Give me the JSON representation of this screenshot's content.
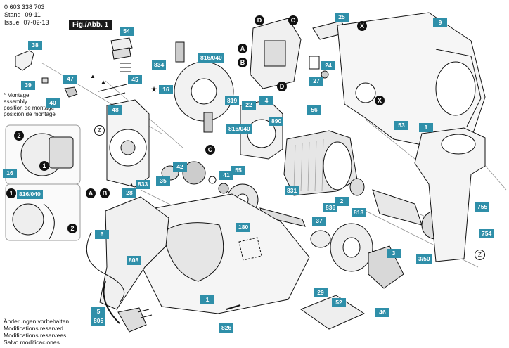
{
  "header": {
    "doc_number": "0 603 338 703",
    "stand_label": "Stand",
    "issue_label": "Issue",
    "stand_old": "09-11",
    "issue_date": "07-02-13",
    "figure_label": "Fig./Abb. 1"
  },
  "note": {
    "symbol": "*",
    "line1": "Montage",
    "line2": "assembly",
    "line3": "position de montage",
    "line4": "posición de montage"
  },
  "footer": {
    "line1": "Änderungen vorbehalten",
    "line2": "Modifications reserved",
    "line3": "Modifications reservees",
    "line4": "Salvo modificaciones"
  },
  "labels": {
    "p1a": "1",
    "p1b": "1",
    "p1c": "1",
    "p3": "3",
    "p350": "3/50",
    "p4": "4",
    "p5": "5",
    "p6": "6",
    "p9": "9",
    "p16a": "16",
    "p16b": "16",
    "p22": "22",
    "p24": "24",
    "p25": "25",
    "p27": "27",
    "p28": "28",
    "p29": "29",
    "p35": "35",
    "p37": "37",
    "p38": "38",
    "p39": "39",
    "p40": "40",
    "p41": "41",
    "p42": "42",
    "p45": "45",
    "p46": "46",
    "p47": "47",
    "p48": "48",
    "p52": "52",
    "p53": "53",
    "p54": "54",
    "p55": "55",
    "p56": "56",
    "p180": "180",
    "p754": "754",
    "p755": "755",
    "p805": "805",
    "p808": "808",
    "p813": "813",
    "p816a": "816/040",
    "p816b": "816/040",
    "p816c": "816/040",
    "p819": "819",
    "p826": "826",
    "p831": "831",
    "p833": "833",
    "p834": "834",
    "p836": "836",
    "p890": "890"
  },
  "markers": {
    "A": "A",
    "B": "B",
    "C": "C",
    "D": "D",
    "X": "X",
    "Z": "Z",
    "one": "1",
    "two": "2",
    "star": "★",
    "triangle": "▲"
  }
}
